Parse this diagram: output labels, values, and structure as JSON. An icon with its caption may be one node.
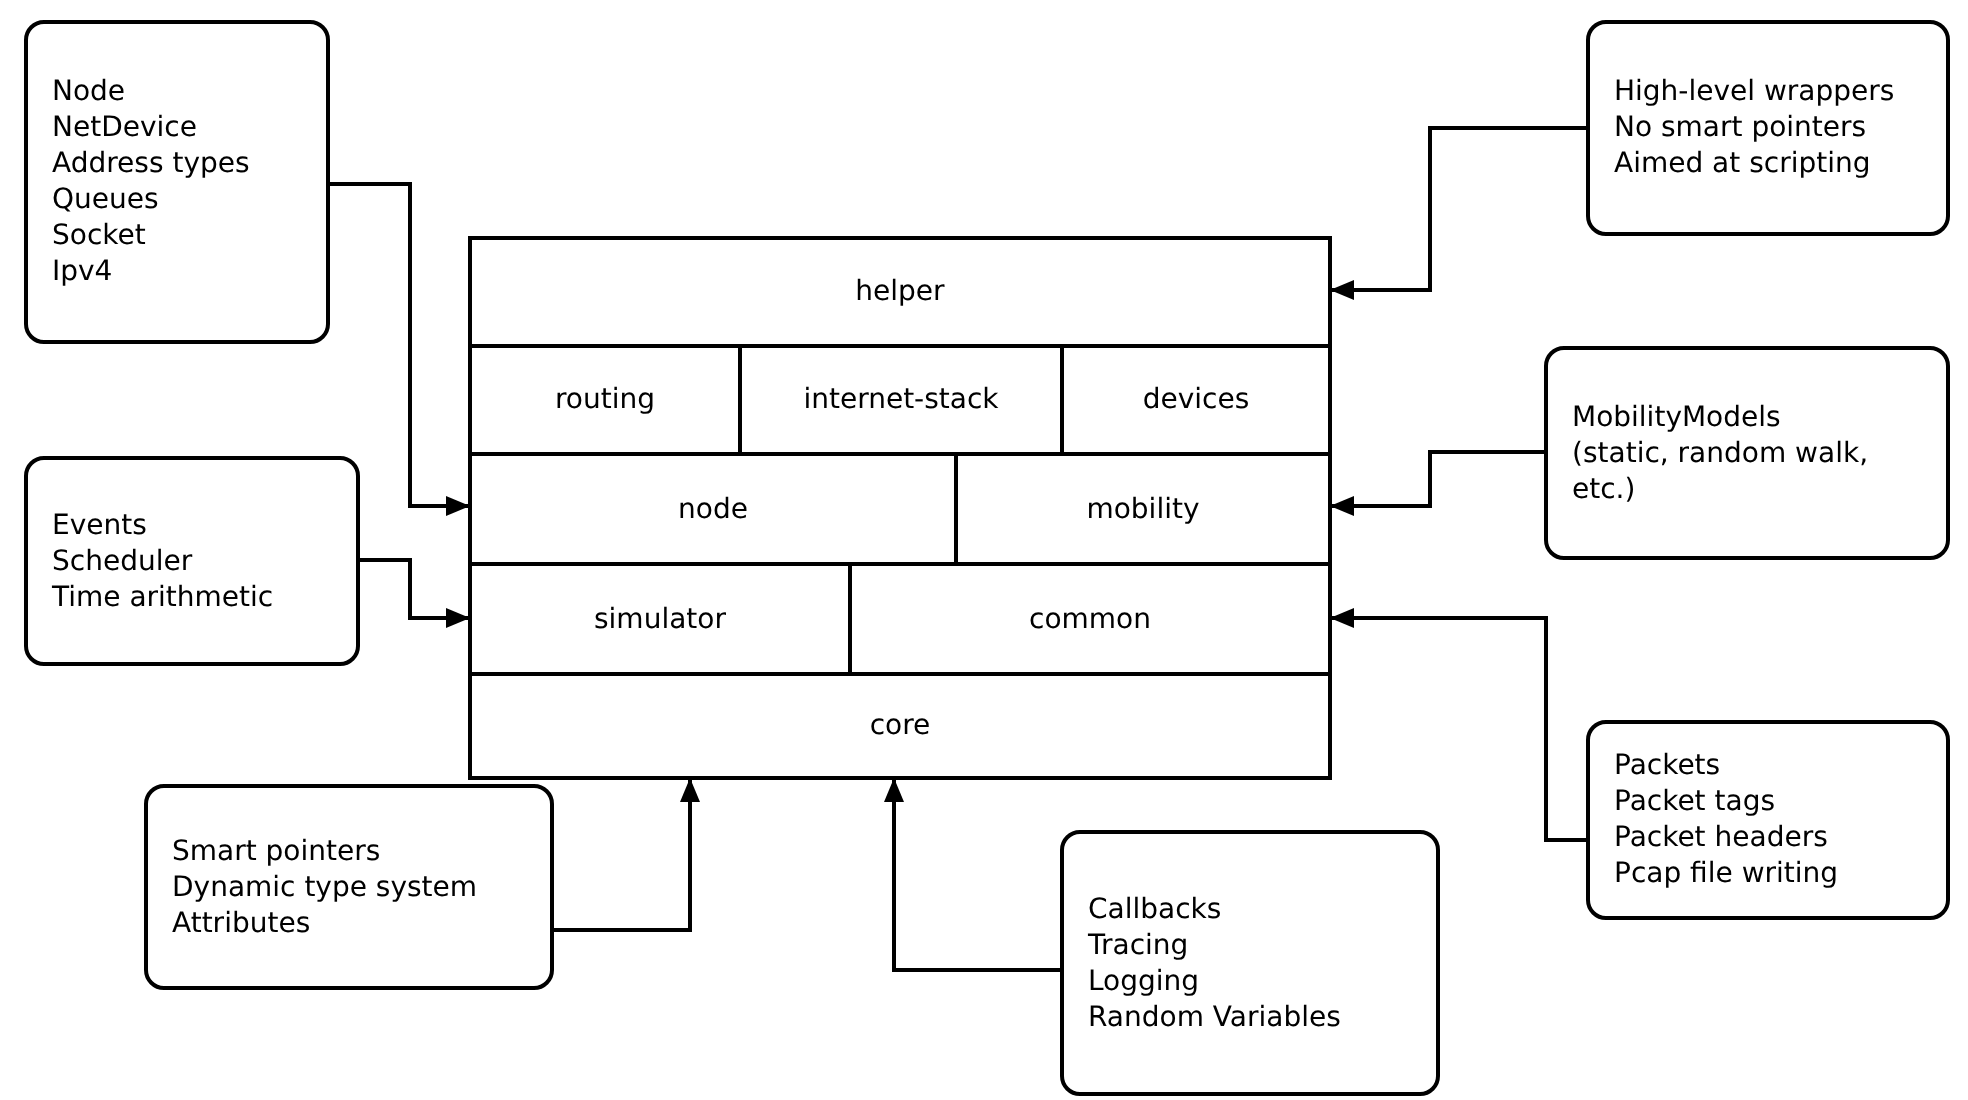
{
  "diagram": {
    "nodes": [
      {
        "text": [
          "Node",
          "NetDevice",
          "Address types",
          "Queues",
          "Socket",
          "Ipv4"
        ]
      },
      {
        "text": [
          "High-level wrappers",
          "No smart pointers",
          "Aimed at scripting"
        ]
      },
      {
        "text": [
          "helper"
        ]
      },
      {
        "text": [
          "routing"
        ]
      },
      {
        "text": [
          "internet-stack"
        ]
      },
      {
        "text": [
          "devices"
        ]
      },
      {
        "text": [
          "MobilityModels",
          "(static, random walk, etc.)"
        ]
      },
      {
        "text": [
          "Events",
          "Scheduler",
          "Time arithmetic"
        ]
      },
      {
        "text": [
          "node"
        ]
      },
      {
        "text": [
          "mobility"
        ]
      },
      {
        "text": [
          "simulator"
        ]
      },
      {
        "text": [
          "common"
        ]
      },
      {
        "text": [
          "core"
        ]
      },
      {
        "text": [
          "Packets",
          "Packet tags",
          "Packet headers",
          "Pcap file writing"
        ]
      },
      {
        "text": [
          "Smart pointers",
          "Dynamic type system",
          "Attributes"
        ]
      },
      {
        "text": [
          "Callbacks",
          "Tracing",
          "Logging",
          "Random Variables"
        ]
      }
    ],
    "edges": [
      {
        "from": 0,
        "to": 8,
        "arrow": "to"
      },
      {
        "from": 1,
        "to": 2,
        "arrow": "to"
      },
      {
        "from": 6,
        "to": 9,
        "arrow": "to"
      },
      {
        "from": 7,
        "to": 10,
        "arrow": "to"
      },
      {
        "from": 13,
        "to": 11,
        "arrow": "to"
      },
      {
        "from": 14,
        "to": 12,
        "arrow": "to"
      },
      {
        "from": 15,
        "to": 12,
        "arrow": "to"
      }
    ]
  }
}
